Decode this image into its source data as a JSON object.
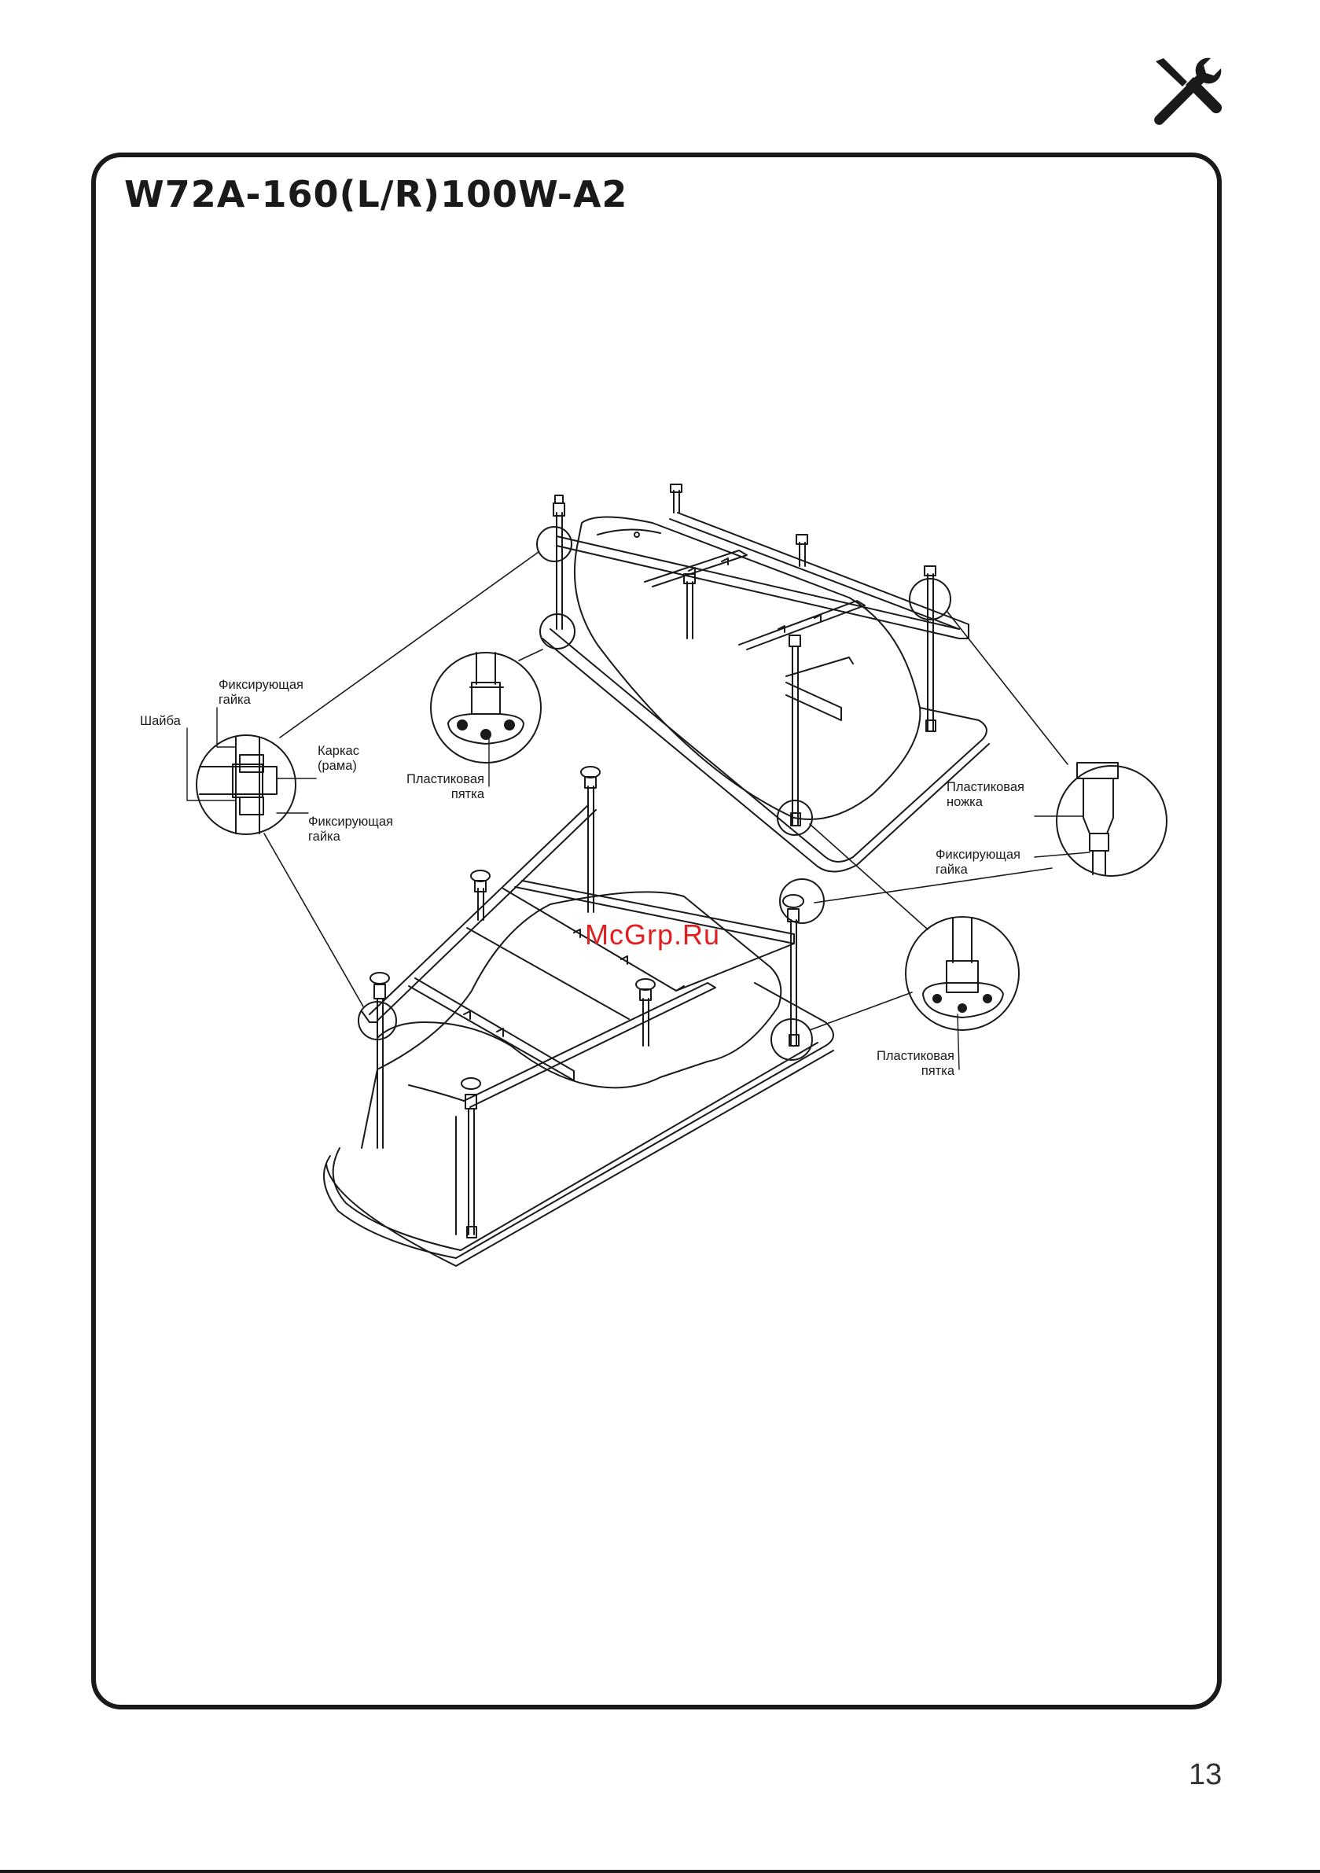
{
  "header": {
    "model": "W72A-160(L/R)100W-A2",
    "icon": "tools-icon"
  },
  "labels": {
    "fixing_nut_top_line1": "Фиксирующая",
    "fixing_nut_top_line2": "гайка",
    "washer": "Шайба",
    "frame_line1": "Каркас",
    "frame_line2": "(рама)",
    "fixing_nut_bottom_line1": "Фиксирующая",
    "fixing_nut_bottom_line2": "гайка",
    "plastic_heel_top_line1": "Пластиковая",
    "plastic_heel_top_line2": "пятка",
    "plastic_leg_line1": "Пластиковая",
    "plastic_leg_line2": "ножка",
    "fixing_nut_right_line1": "Фиксирующая",
    "fixing_nut_right_line2": "гайка",
    "plastic_heel_bottom_line1": "Пластиковая",
    "plastic_heel_bottom_line2": "пятка"
  },
  "watermark": "McGrp.Ru",
  "page_number": "13",
  "colors": {
    "ink": "#1a1a1a",
    "watermark": "#e02020"
  }
}
